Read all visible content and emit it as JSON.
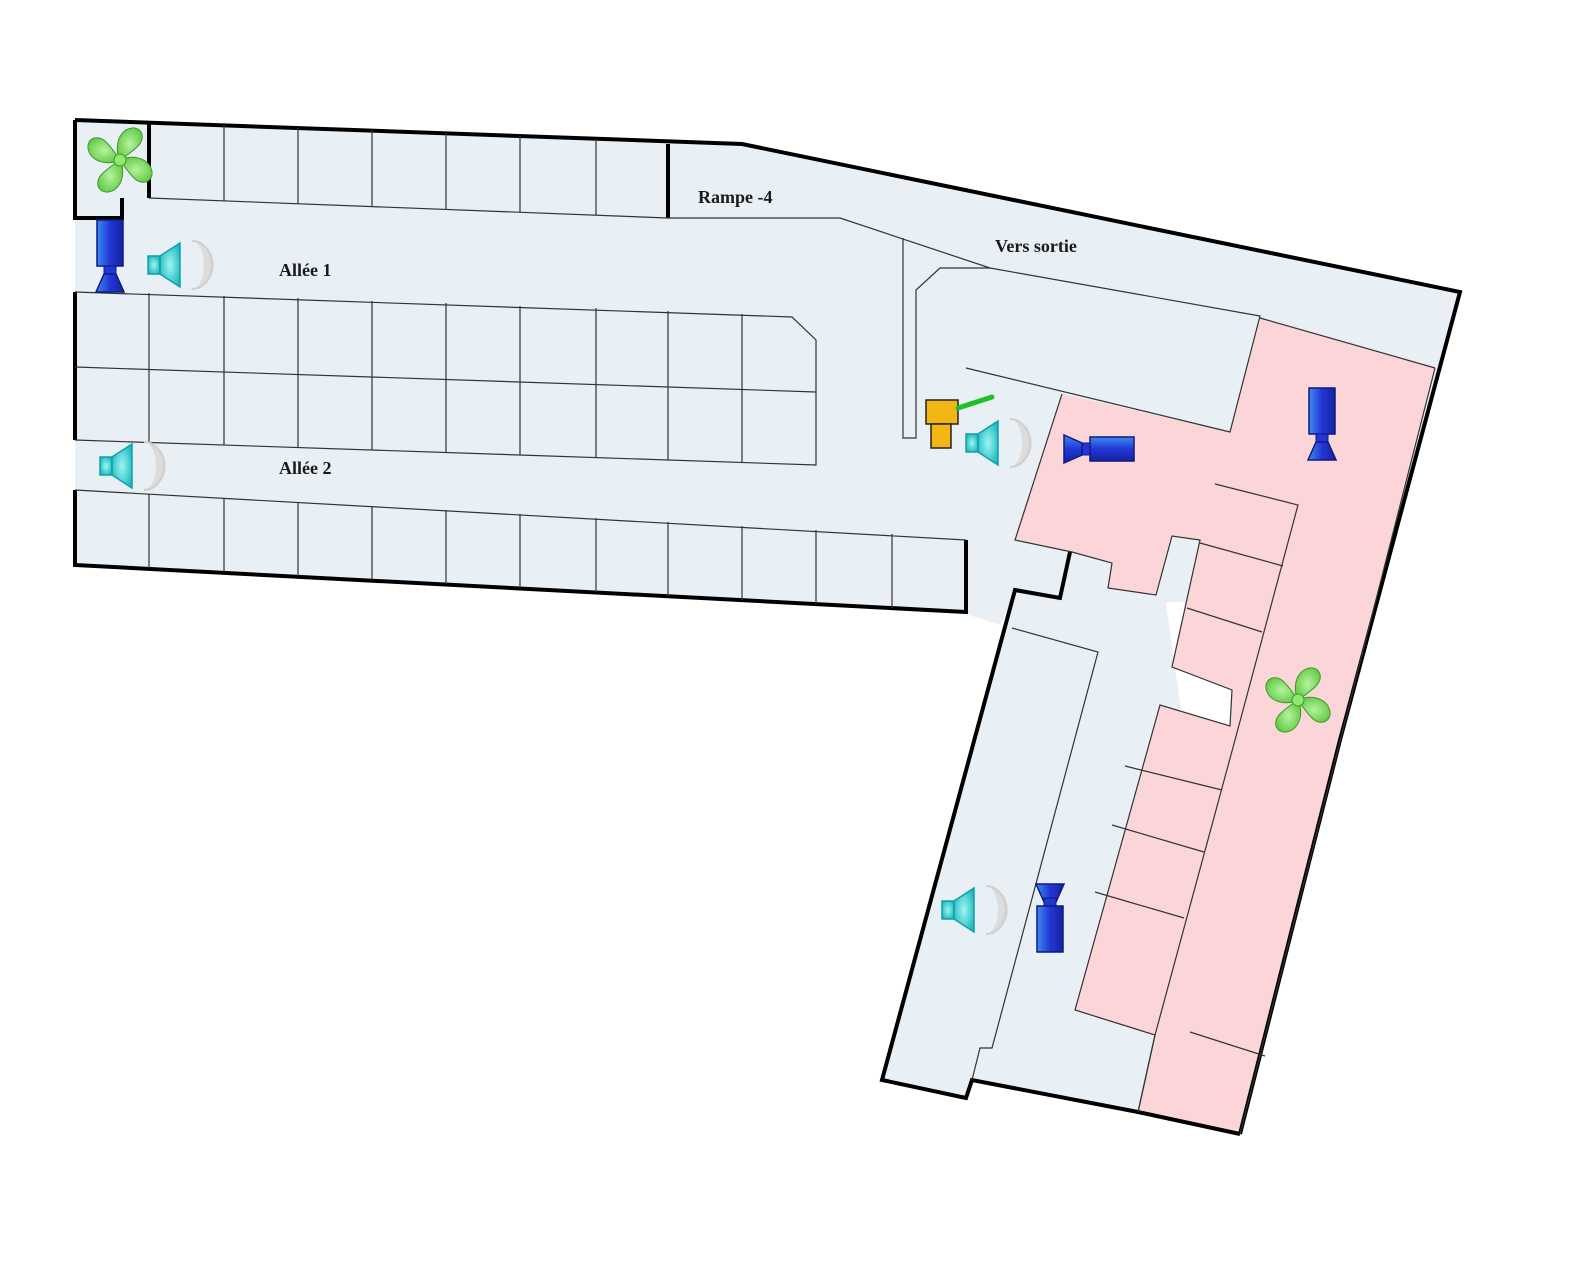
{
  "map": {
    "labels": {
      "ramp": "Rampe -4",
      "exit": "Vers sortie",
      "aisle1": "Allée 1",
      "aisle2": "Allée 2"
    },
    "colors": {
      "floor": "#e8eff5",
      "alarm_zone": "#fbd5d7",
      "wall": "#000000",
      "line": "#444444",
      "fan": "#6ad64a",
      "camera": "#2336d4",
      "speaker": "#18c0c8",
      "barrier": "#f2b614",
      "barrier_arm": "#1fbf2a"
    },
    "devices": [
      {
        "type": "fan",
        "name": "fan-icon"
      },
      {
        "type": "fan",
        "name": "fan-icon"
      },
      {
        "type": "camera",
        "name": "camera-icon"
      },
      {
        "type": "camera",
        "name": "camera-icon"
      },
      {
        "type": "camera",
        "name": "camera-icon"
      },
      {
        "type": "camera",
        "name": "camera-icon"
      },
      {
        "type": "speaker",
        "name": "speaker-icon"
      },
      {
        "type": "speaker",
        "name": "speaker-icon"
      },
      {
        "type": "speaker",
        "name": "speaker-icon"
      },
      {
        "type": "speaker",
        "name": "speaker-icon"
      },
      {
        "type": "barrier",
        "name": "barrier-icon"
      }
    ]
  }
}
